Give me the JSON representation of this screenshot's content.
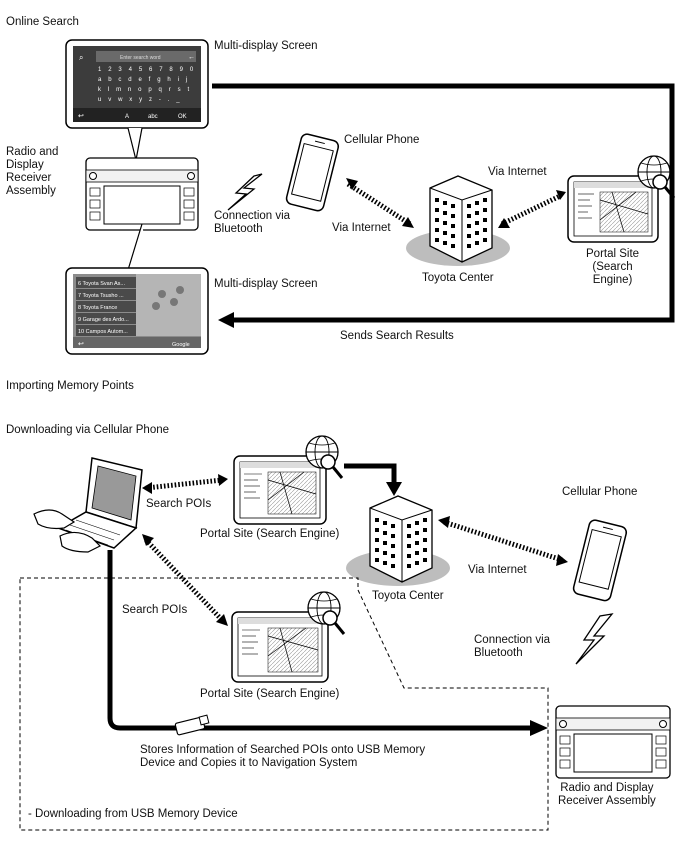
{
  "section1": {
    "title": "Online Search",
    "labels": {
      "multi_display_top": "Multi-display Screen",
      "radio_receiver": [
        "Radio and",
        "Display",
        "Receiver",
        "Assembly"
      ],
      "cellular_phone": "Cellular Phone",
      "connection_bluetooth": [
        "Connection via",
        "Bluetooth"
      ],
      "via_internet_left": "Via Internet",
      "via_internet_right": "Via Internet",
      "toyota_center": "Toyota Center",
      "portal_site": [
        "Portal Site",
        "(Search",
        "Engine)"
      ],
      "multi_display_bottom": "Multi-display Screen",
      "sends_results": "Sends Search Results"
    },
    "keyboard_screen": {
      "search_box_placeholder": "Enter search word",
      "number_row": "1 2 3 4 5 6 7 8 9 0",
      "row1": "a b c d e f g h i j",
      "row2": "k l m n o p q r s t",
      "row3": "u v w x y z - . _",
      "ok_label": "OK"
    },
    "results_screen": {
      "items": [
        "6 Toyota Svan As...",
        "7 Toyota Tsusho ...",
        "8 Toyota France",
        "9 Garage des Ardo...",
        "10 Campos Autom..."
      ],
      "footer": "Google"
    }
  },
  "section2": {
    "title": "Importing Memory Points",
    "subtitle": "Downloading via Cellular Phone",
    "labels": {
      "search_pois_top": "Search POIs",
      "portal_site_top": "Portal Site (Search Engine)",
      "cellular_phone": "Cellular Phone",
      "toyota_center": "Toyota Center",
      "via_internet": "Via Internet",
      "search_pois_mid": "Search POIs",
      "connection_bluetooth": [
        "Connection via",
        "Bluetooth"
      ],
      "portal_site_mid": "Portal Site (Search Engine)",
      "stores_info": [
        "Stores Information of Searched POIs onto USB Memory",
        "Device and Copies it to Navigation System"
      ],
      "radio_receiver": [
        "Radio and Display",
        "Receiver Assembly"
      ],
      "usb_download": "- Downloading from USB Memory Device"
    }
  }
}
